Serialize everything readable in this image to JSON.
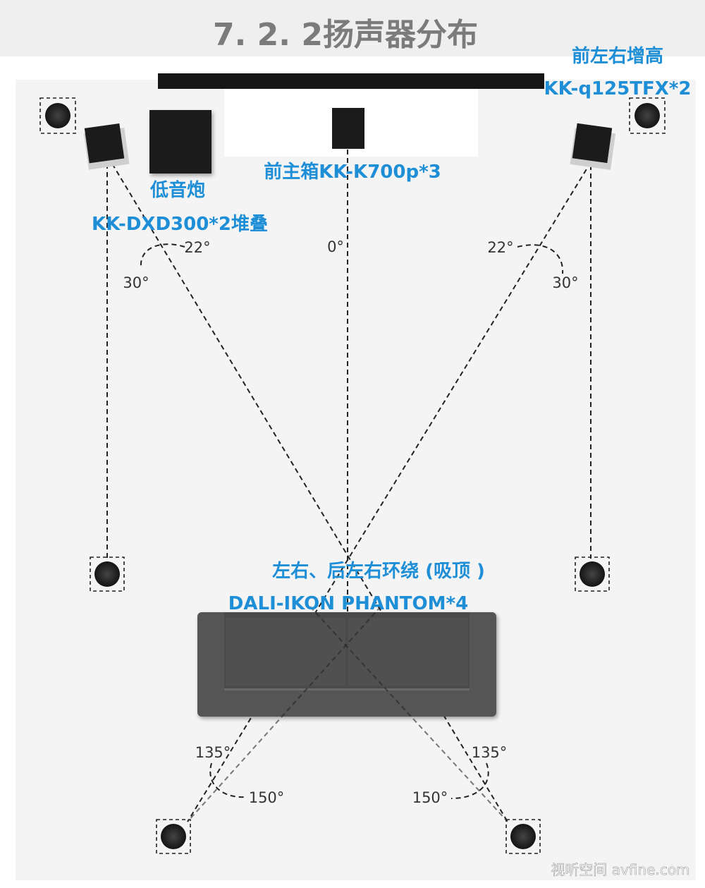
{
  "title": "7. 2. 2扬声器分布",
  "labels": {
    "front_height": "前左右增高",
    "front_height_model": "KK-q125TFX*2",
    "front_main": "前主箱KK-K700p*3",
    "subwoofer": "低音炮",
    "subwoofer_model": "KK-DXD300*2堆叠",
    "surround": "左右、后左右环绕 (吸顶 )",
    "surround_model": "DALI-IKON PHANTOM*4"
  },
  "angles": {
    "center": "0°",
    "left_22": "22°",
    "left_30": "30°",
    "right_22": "22°",
    "right_30": "30°",
    "left_135": "135°",
    "left_150": "150°",
    "right_135": "135°",
    "right_150": "150°"
  },
  "watermark": "视听空间 avfine.com",
  "colors": {
    "accent_text": "#1e8ed6",
    "title_text": "#7b7b7b",
    "sofa": "#555555",
    "speaker": "#1b1b1b",
    "room_floor": "#f4f4f4"
  }
}
